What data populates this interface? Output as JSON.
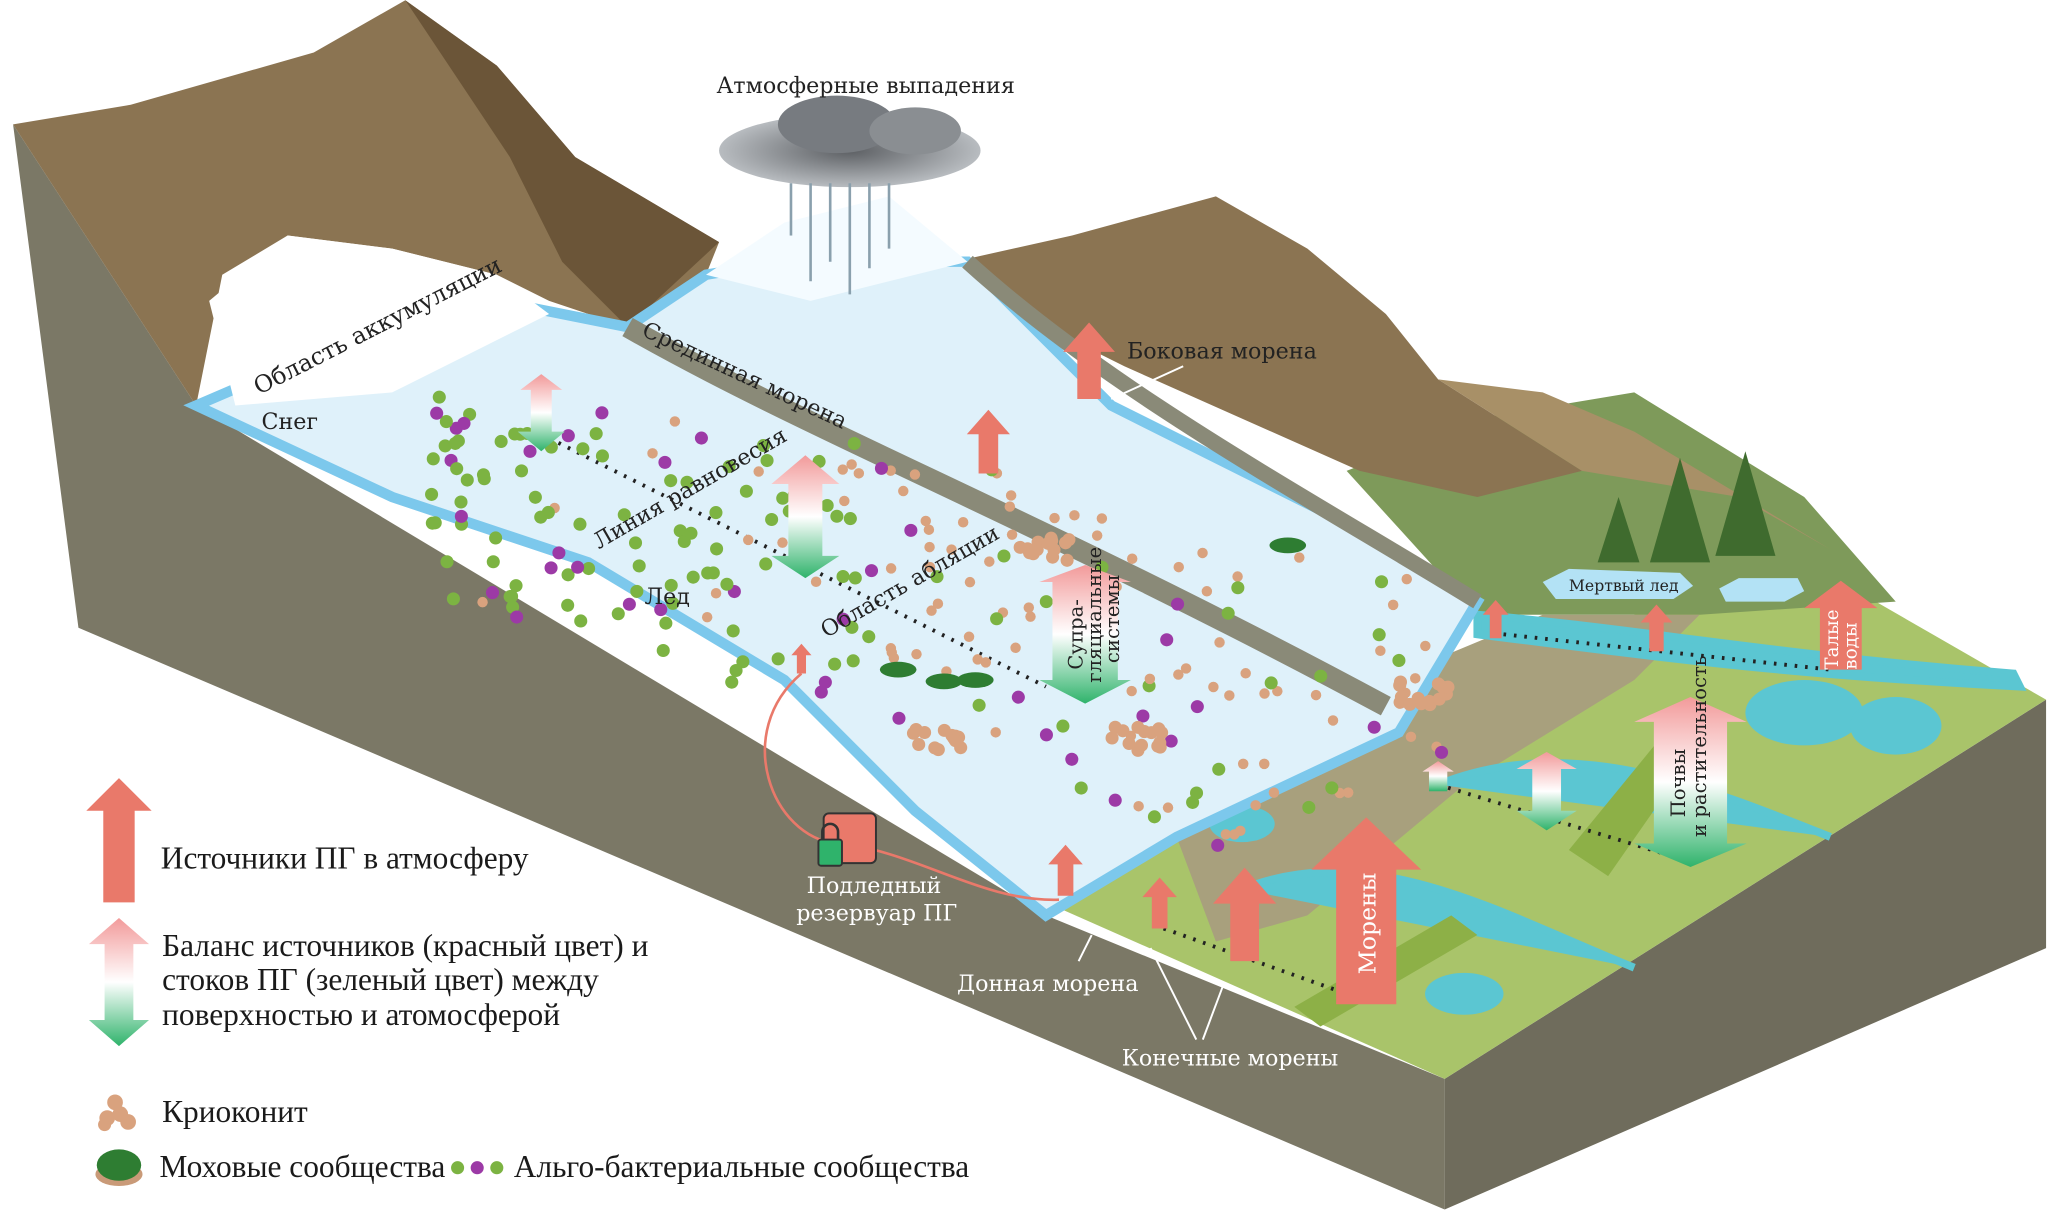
{
  "title_precip": "Атмосферные выпадения",
  "labels": {
    "accumulation": "Область аккумуляции",
    "snow": "Снег",
    "medial_moraine": "Срединная морена",
    "lateral_moraine": "Боковая морена",
    "equilibrium_line": "Линия равновесия",
    "ablation": "Область абляции",
    "ice": "Лед",
    "supraglacial_1": "Супра-",
    "supraglacial_2": "гляциальные",
    "supraglacial_3": "системы",
    "dead_ice": "Мертвый лед",
    "meltwater_1": "Талые",
    "meltwater_2": "воды",
    "soils_1": "Почвы",
    "soils_2": "и растительность",
    "moraines": "Морены",
    "subglacial_1": "Подледный",
    "subglacial_2": "резервуар ПГ",
    "ground_moraine": "Донная морена",
    "terminal_moraines": "Конечные морены"
  },
  "legend": {
    "sources": "Источники ПГ в атмосферу",
    "balance_1": "Баланс источников (красный цвет) и",
    "balance_2": "стоков ПГ (зеленый цвет) между",
    "balance_3": "поверхностью и атомосферой",
    "cryoconite": "Криоконит",
    "moss": "Моховые сообщества",
    "algae": "Альго-бактериальные сообщества"
  },
  "colors": {
    "source_arrow": "#e9796a",
    "sink_arrow": "#2fb36b",
    "ice": "#dff1fa",
    "water": "#5bc6d2",
    "rock": "#8b7452",
    "ground_side": "#7b7866",
    "meadow": "#a9c46a",
    "cryoconite": "#d9a27e",
    "algae_green": "#7cb342",
    "algae_purple": "#9c3aa6"
  }
}
